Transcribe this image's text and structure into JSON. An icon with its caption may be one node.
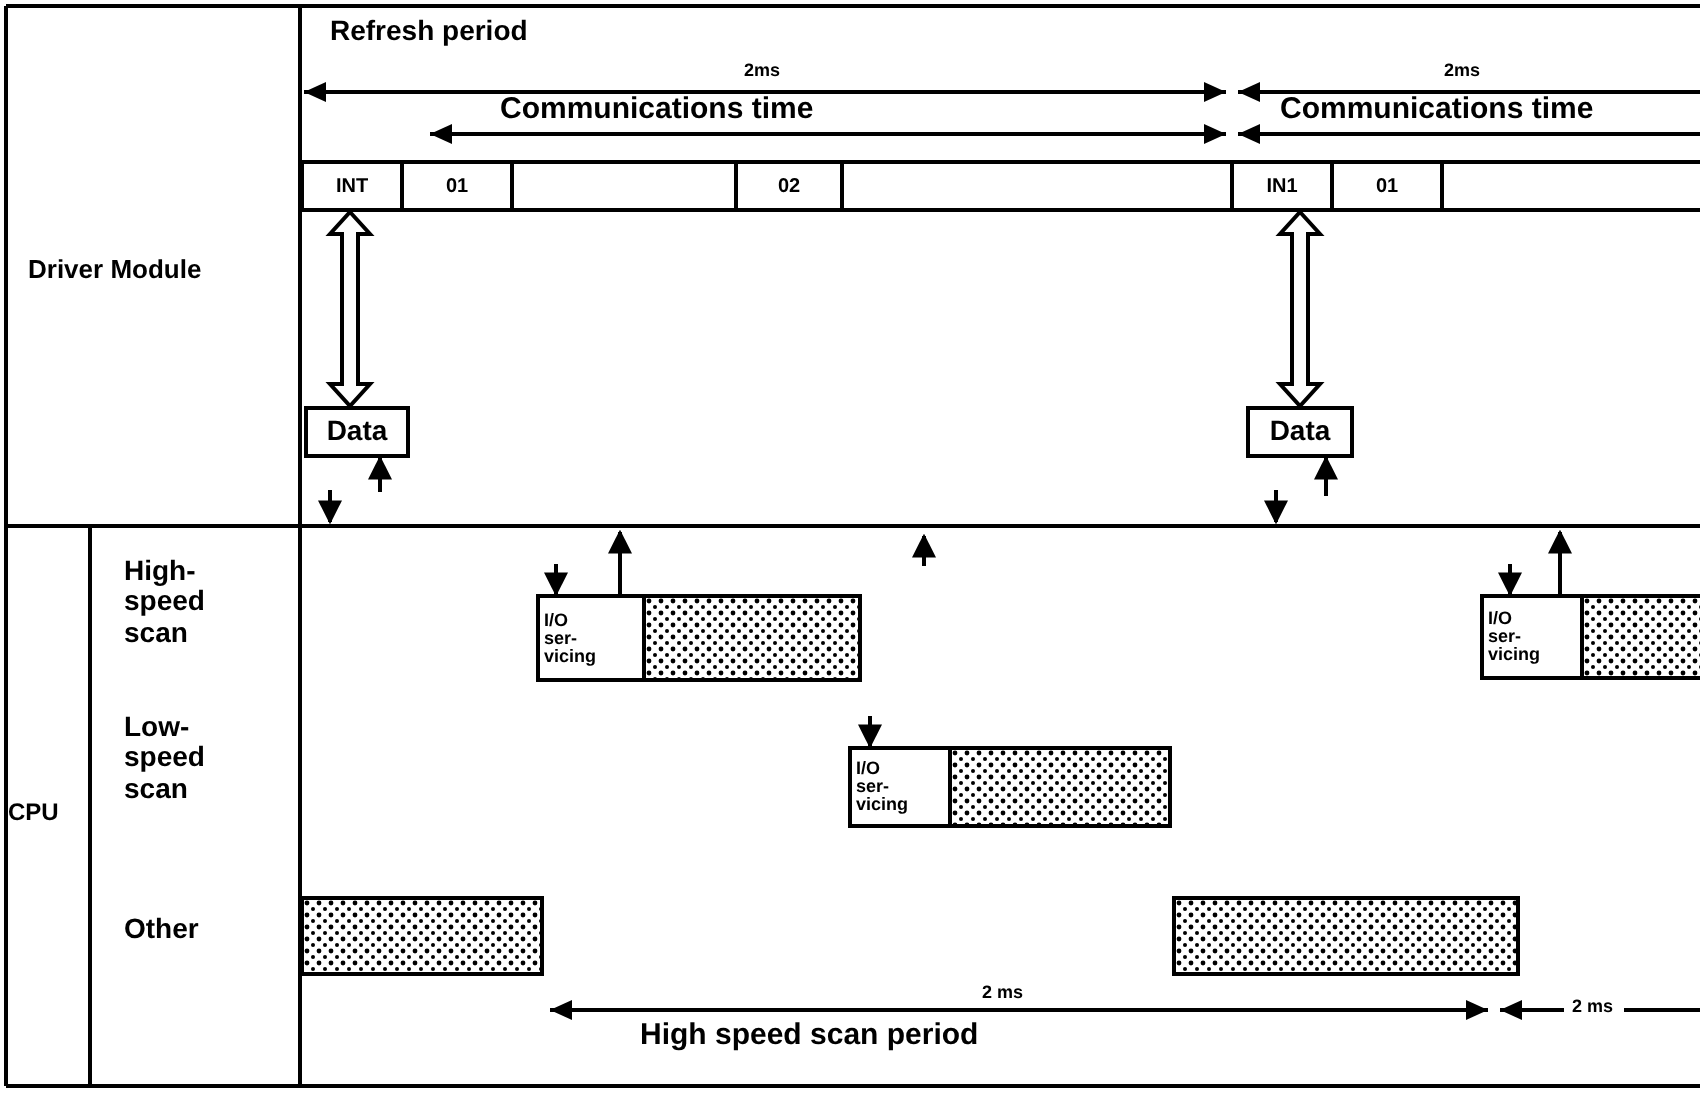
{
  "diagram": {
    "nodes": [
      {
        "text": [
          "INT"
        ]
      },
      {
        "text": [
          "01"
        ]
      },
      {
        "text": [],
        "shape": "box"
      },
      {
        "text": [
          "02"
        ]
      },
      {
        "text": [],
        "shape": "box"
      },
      {
        "text": [
          "IN1"
        ]
      },
      {
        "text": [
          "01"
        ]
      },
      {
        "text": [],
        "shape": "box"
      },
      {
        "text": [
          "Data"
        ]
      },
      {
        "text": [
          "Data"
        ]
      },
      {
        "text": [
          "I/O ser- vicing"
        ]
      },
      {
        "text": [],
        "shape": "box"
      },
      {
        "text": [
          "I/O ser- vicing"
        ]
      },
      {
        "text": [],
        "shape": "box"
      },
      {
        "text": [
          "I/O ser- vicing"
        ]
      },
      {
        "text": [],
        "shape": "box"
      },
      {
        "text": [],
        "shape": "box"
      },
      {
        "text": [],
        "shape": "box"
      }
    ],
    "edges": [
      {
        "from": 0,
        "to": 8,
        "arrow": "both",
        "style": "thick"
      },
      {
        "from": 5,
        "to": 9,
        "arrow": "both",
        "style": "thick"
      },
      {
        "from": null,
        "to": 8,
        "arrow": "to"
      },
      {
        "from": null,
        "to": 9,
        "arrow": "to"
      },
      {
        "from": null,
        "to": 10,
        "arrow": "to"
      },
      {
        "from": 10,
        "to": null,
        "arrow": "to"
      },
      {
        "from": null,
        "to": 12,
        "arrow": "to"
      },
      {
        "from": null,
        "to": 14,
        "arrow": "to"
      },
      {
        "from": 14,
        "to": null,
        "arrow": "to"
      }
    ],
    "labels": [
      "Refresh period",
      "2ms",
      "Communications time",
      "2ms",
      "Communications time",
      "Driver Module",
      "CPU",
      "High-speed scan",
      "Low-speed scan",
      "Other",
      "2 ms",
      "High speed scan period",
      "2 ms"
    ]
  }
}
